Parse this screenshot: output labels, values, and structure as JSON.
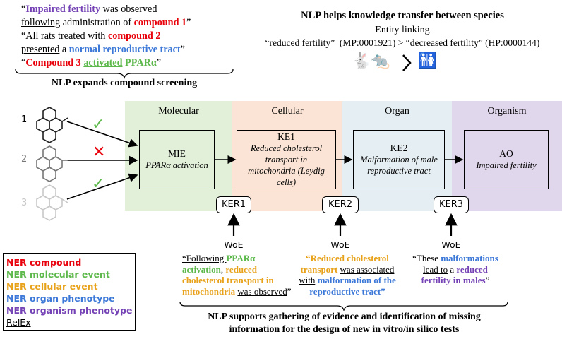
{
  "top_left": {
    "line1": {
      "open": "“",
      "a": "Impaired fertility",
      "b": "was observed"
    },
    "line2": {
      "a": "following",
      "b": " administration of ",
      "c": "compound 1",
      "d": "”"
    },
    "line3": {
      "a": "“All rats ",
      "b": "treated with",
      "c": " ",
      "d": "compound 2"
    },
    "line4": {
      "a": "presented",
      "b": " a ",
      "c": "normal reproductive tract",
      "d": "”"
    },
    "line5": {
      "a": "“",
      "b": "Compound 3",
      "c": " ",
      "d": "activated",
      "e": " ",
      "f": "PPARα",
      "g": "”"
    },
    "caption": "NLP expands compound screening"
  },
  "top_right": {
    "title": "NLP helps knowledge transfer between species",
    "sub": "Entity linking",
    "line": "“reduced fertility”  (MP:0001921) > “decreased fertility” (HP:0000144)",
    "icons": "🐇🐀 > 🚻"
  },
  "bands": [
    "Molecular",
    "Cellular",
    "Organ",
    "Organism"
  ],
  "nodes": [
    {
      "title": "MIE",
      "desc": "PPARα activation"
    },
    {
      "title": "KE1",
      "desc": "Reduced cholesterol transport in mitochondria (Leydig cells)"
    },
    {
      "title": "KE2",
      "desc": "Malformation of male reproductive tract"
    },
    {
      "title": "AO",
      "desc": "Impaired fertility"
    }
  ],
  "kers": [
    "KER1",
    "KER2",
    "KER3"
  ],
  "woe": "WoE",
  "compounds": [
    "1",
    "2",
    "3"
  ],
  "marks": [
    "✓",
    "✕",
    "✓"
  ],
  "quote1": {
    "a": "“Following ",
    "b": "PPARα activation",
    "c": ", ",
    "d": "reduced cholesterol transport in mitochondria",
    "e": " ",
    "f": "was observed",
    "g": "”"
  },
  "quote2": {
    "a": "“",
    "b": "Reduced cholesterol transport",
    "c": " ",
    "d": "was associated with",
    "e": " ",
    "f": "malformation of the reproductive tract",
    "g": "”"
  },
  "quote3": {
    "a": "“These ",
    "b": "malformations",
    "c": " ",
    "d": "lead to",
    "e": " a ",
    "f": "reduced fertility in males",
    "g": "”"
  },
  "legend": [
    {
      "label": "NER compound",
      "color": "#e8000b"
    },
    {
      "label": "NER molecular event",
      "color": "#5cb84a"
    },
    {
      "label": "NER cellular event",
      "color": "#e8a21a"
    },
    {
      "label": "NER organ phenotype",
      "color": "#3c78d8"
    },
    {
      "label": "NER organism phenotype",
      "color": "#7442b5"
    },
    {
      "label": "RelEx",
      "color": "#000000"
    }
  ],
  "bottom_caption": {
    "line1": "NLP supports gathering of evidence and identification of missing",
    "line2": "information for the design of new in vitro/in silico tests"
  }
}
